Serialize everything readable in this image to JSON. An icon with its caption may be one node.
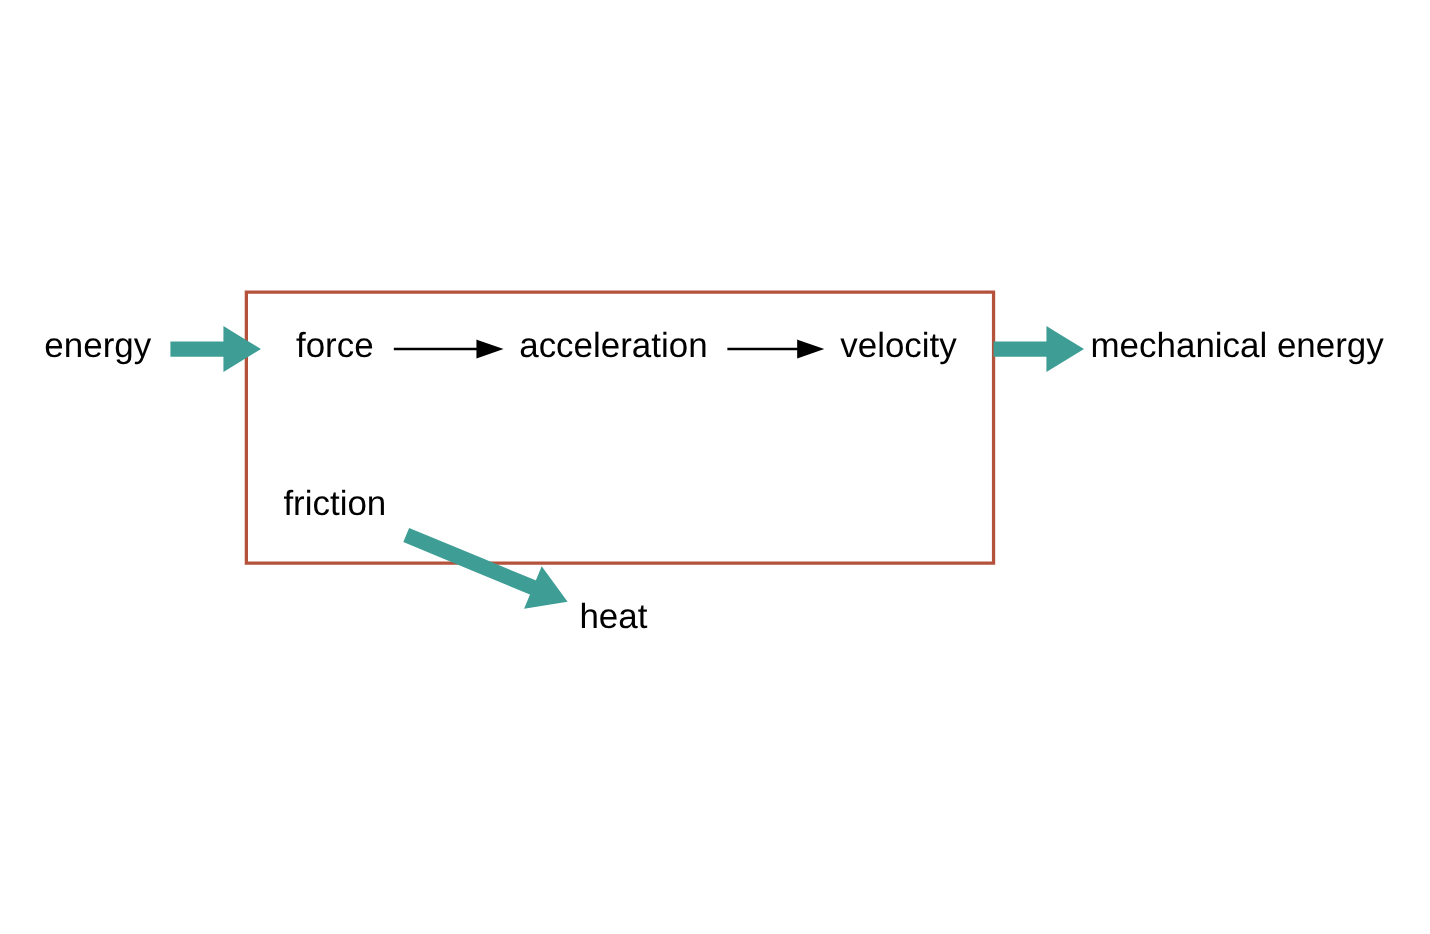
{
  "diagram": {
    "nodes": [
      {
        "text": [
          "energy"
        ]
      },
      {
        "text": [],
        "shape": "box"
      },
      {
        "text": [
          "force"
        ],
        "in": 1
      },
      {
        "text": [
          "acceleration"
        ],
        "in": 1
      },
      {
        "text": [
          "friction"
        ],
        "in": 1
      },
      {
        "text": [
          "velocity"
        ],
        "in": 1
      },
      {
        "text": [
          "mechanical energy"
        ]
      },
      {
        "text": [
          "heat"
        ]
      }
    ],
    "edges": [
      {
        "from": 0,
        "to": 1,
        "arrow": "to"
      },
      {
        "from": 2,
        "to": 3,
        "arrow": "to",
        "color": "#000000"
      },
      {
        "from": 3,
        "to": 5,
        "arrow": "to",
        "color": "#000000"
      },
      {
        "from": 4,
        "to": 7,
        "arrow": "to"
      },
      {
        "from": 1,
        "to": 6,
        "arrow": "to"
      }
    ]
  }
}
